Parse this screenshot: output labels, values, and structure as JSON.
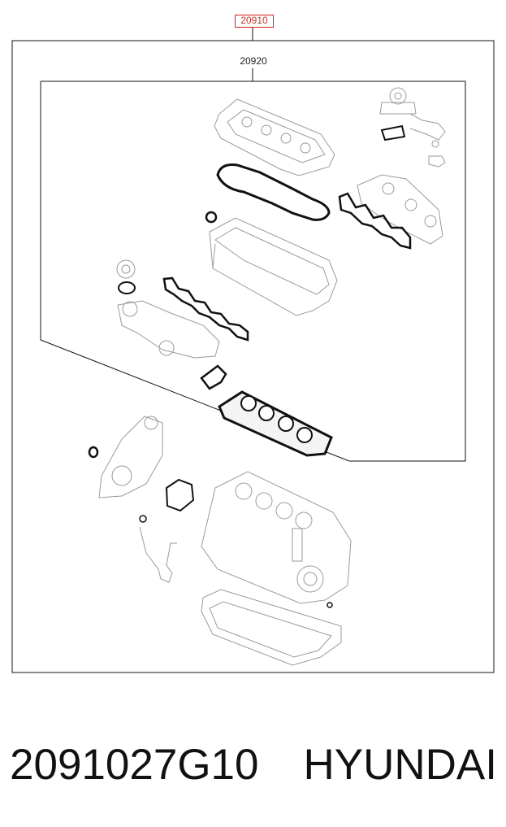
{
  "diagram": {
    "main_callout": "20910",
    "sub_callout": "20920",
    "colors": {
      "main_callout_border": "#d42020",
      "line": "#111111",
      "part_line": "#9a9a9a"
    }
  },
  "caption": {
    "part_number": "2091027G10",
    "brand": "HYUNDAI"
  }
}
